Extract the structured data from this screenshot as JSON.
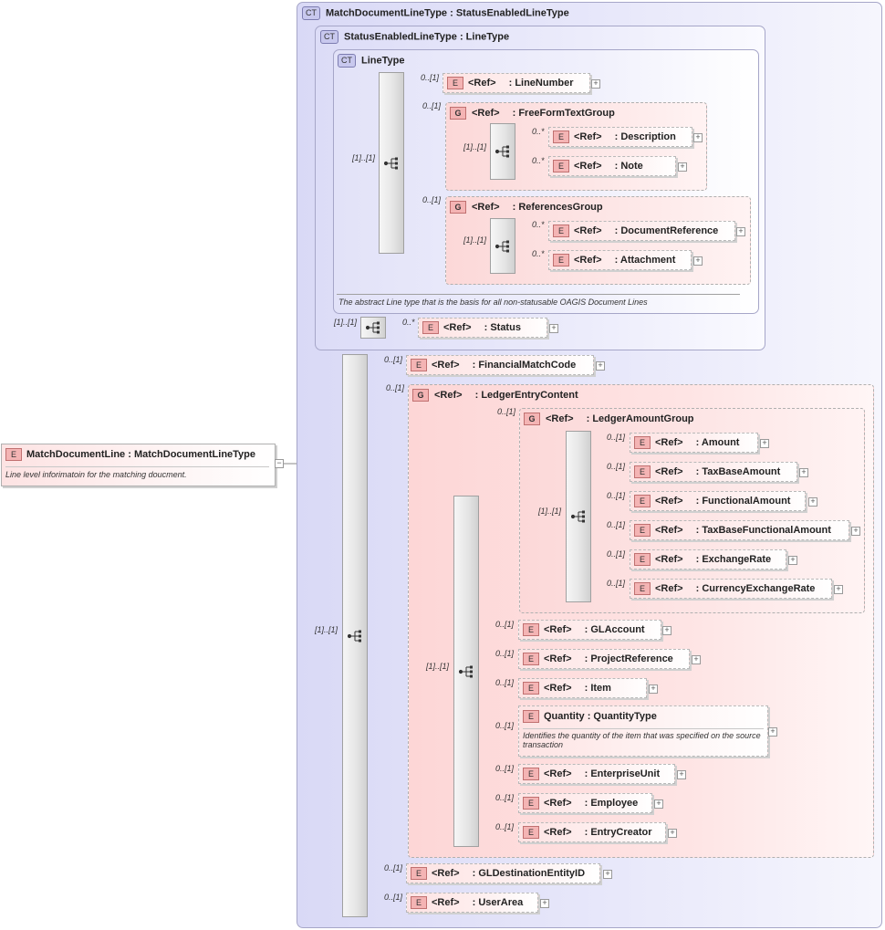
{
  "root": {
    "kind": "E",
    "name": "MatchDocumentLine",
    "type": "MatchDocumentLineType",
    "doc": "Line level inforimatoin for the matching doucment."
  },
  "ct_main": {
    "badge": "CT",
    "name": "MatchDocumentLineType",
    "base": "StatusEnabledLineType"
  },
  "ct_status": {
    "badge": "CT",
    "name": "StatusEnabledLineType",
    "base": "LineType"
  },
  "ct_line": {
    "badge": "CT",
    "name": "LineType",
    "doc": "The abstract Line type that is the basis for all non-statusable OAGIS Document Lines"
  },
  "separator": ":",
  "ref": "<Ref>",
  "badges": {
    "element": "E",
    "group": "G"
  },
  "cardinality": {
    "c01": "0..[1]",
    "c0n": "0..*",
    "c11": "[1]..[1]"
  },
  "elements": {
    "line_number": "LineNumber",
    "free_form_text_group": "FreeFormTextGroup",
    "description": "Description",
    "note": "Note",
    "references_group": "ReferencesGroup",
    "document_reference": "DocumentReference",
    "attachment": "Attachment",
    "status": "Status",
    "financial_match_code": "FinancialMatchCode",
    "ledger_entry_content": "LedgerEntryContent",
    "ledger_amount_group": "LedgerAmountGroup",
    "amount": "Amount",
    "tax_base_amount": "TaxBaseAmount",
    "functional_amount": "FunctionalAmount",
    "tax_base_functional_amount": "TaxBaseFunctionalAmount",
    "exchange_rate": "ExchangeRate",
    "currency_exchange_rate": "CurrencyExchangeRate",
    "gl_account": "GLAccount",
    "project_reference": "ProjectReference",
    "item": "Item",
    "quantity_name": "Quantity",
    "quantity_type": "QuantityType",
    "quantity_doc": "Identifies the quantity of the item that was specified on the source transaction",
    "enterprise_unit": "EnterpriseUnit",
    "employee": "Employee",
    "entry_creator": "EntryCreator",
    "gl_destination_entity_id": "GLDestinationEntityID",
    "user_area": "UserArea"
  },
  "icons": {
    "expand": "plus-expander-icon",
    "collapse": "minus-collapser-icon",
    "sequence": "sequence-compositor-icon"
  },
  "colors": {
    "complex_type": "#d9d9f6",
    "element": "#fde3e3",
    "group": "#fcd8d8",
    "badge": "#f4b4b4",
    "ct_badge": "#c8c8ee"
  }
}
